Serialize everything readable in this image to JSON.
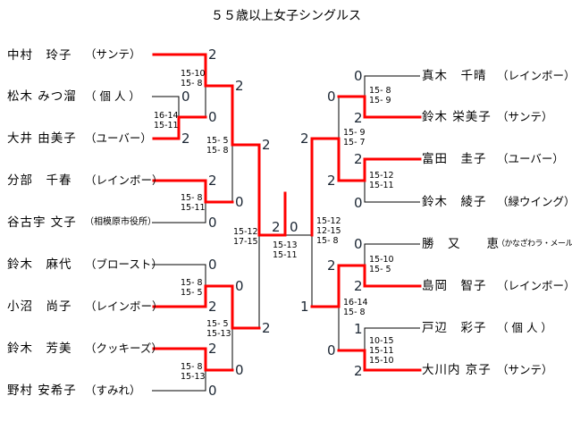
{
  "title": "５５歳以上女子シングルス",
  "left_players": [
    {
      "name": "中村　玲子",
      "club": "（サンテ）"
    },
    {
      "name": "松木 みつ溜",
      "club": "（ 個 人 ）"
    },
    {
      "name": "大井 由美子",
      "club": "（ユーバー）"
    },
    {
      "name": "分部　千春",
      "club": "（レインボー）"
    },
    {
      "name": "谷古宇 文子",
      "club": "（相模原市役所）"
    },
    {
      "name": "鈴木　麻代",
      "club": "（ブロースト）"
    },
    {
      "name": "小沼　尚子",
      "club": "（レインボー）"
    },
    {
      "name": "鈴木　芳美",
      "club": "（クッキーズ）"
    },
    {
      "name": "野村 安希子",
      "club": "（すみれ）"
    }
  ],
  "right_players": [
    {
      "name": "真木　千晴",
      "club": "（レインボー）"
    },
    {
      "name": "鈴木 栄美子",
      "club": "（サンテ）"
    },
    {
      "name": "富田　圭子",
      "club": "（ユーバー）"
    },
    {
      "name": "鈴木　綾子",
      "club": "（緑ウイング）"
    },
    {
      "name": "勝　又　　恵",
      "club": "（かなざわラ・メール）"
    },
    {
      "name": "島岡　智子",
      "club": "（レインボー）"
    },
    {
      "name": "戸辺　彩子",
      "club": "（ 個 人 ）"
    },
    {
      "name": "大川内 京子",
      "club": "（サンテ）"
    }
  ],
  "left_scores": [
    "2",
    "0",
    "2",
    "0",
    "2",
    "2",
    "0",
    "0",
    "2",
    "0",
    "2",
    "0",
    "2",
    "0",
    "0",
    "2",
    "0"
  ],
  "right_scores": [
    "0",
    "2",
    "2",
    "0",
    "0",
    "2",
    "1",
    "2",
    "0",
    "2",
    "2",
    "0",
    "2",
    "1"
  ],
  "final_scores": [
    "2",
    "0"
  ],
  "left_games": [
    "15-10\n15- 8",
    "16-14\n15-11",
    "15- 5\n15- 8",
    "15- 8\n15-11",
    "15-12\n17-15",
    "15- 8\n15- 5",
    "15- 5\n15-13",
    "15- 8\n15-13"
  ],
  "final_games": "15-13\n15-11",
  "right_games": [
    "15- 8\n15- 9",
    "15- 9\n15- 7",
    "15-12\n15-11",
    "15-12\n12-15\n15- 8",
    "15-10\n15- 5",
    "16-14\n15- 8",
    "10-15\n15-11\n15-10"
  ],
  "colors": {
    "winner_line": "#ff0000",
    "line": "#000000"
  }
}
